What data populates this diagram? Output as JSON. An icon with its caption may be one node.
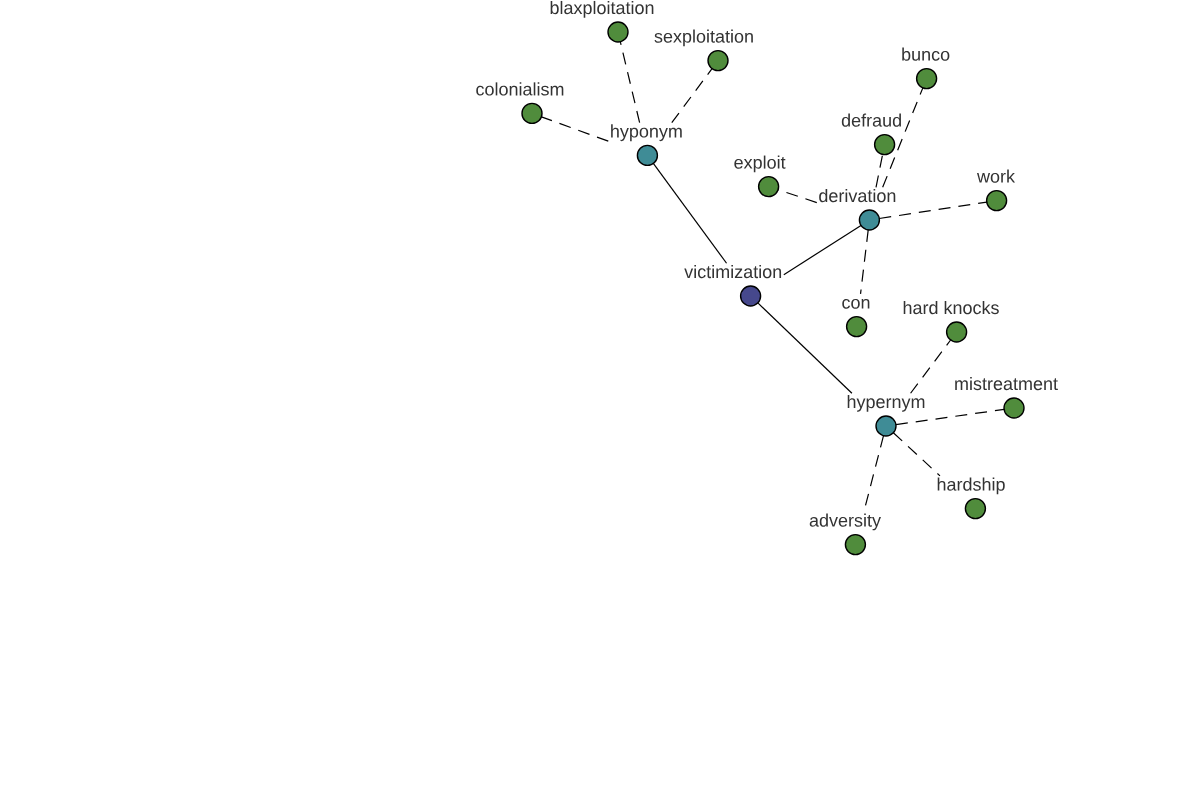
{
  "diagram": {
    "nodes": [
      {
        "text": [
          "blaxploitation"
        ]
      },
      {
        "text": [
          "sexploitation"
        ]
      },
      {
        "text": [
          "bunco"
        ]
      },
      {
        "text": [
          "colonialism"
        ]
      },
      {
        "text": [
          "defraud"
        ]
      },
      {
        "text": [
          "hyponym"
        ]
      },
      {
        "text": [
          "exploit"
        ]
      },
      {
        "text": [
          "work"
        ]
      },
      {
        "text": [
          "derivation"
        ]
      },
      {
        "text": [
          "victimization"
        ]
      },
      {
        "text": [
          "con"
        ]
      },
      {
        "text": [
          "hard knocks"
        ]
      },
      {
        "text": [
          "mistreatment"
        ]
      },
      {
        "text": [
          "hypernym"
        ]
      },
      {
        "text": [
          "hardship"
        ]
      },
      {
        "text": [
          "adversity"
        ]
      }
    ],
    "edges": [
      {
        "from": 9,
        "to": 5,
        "arrow": "none"
      },
      {
        "from": 9,
        "to": 8,
        "arrow": "none"
      },
      {
        "from": 9,
        "to": 13,
        "arrow": "none"
      },
      {
        "from": 5,
        "to": 0,
        "arrow": "none",
        "style": "dashed"
      },
      {
        "from": 5,
        "to": 1,
        "arrow": "none",
        "style": "dashed"
      },
      {
        "from": 5,
        "to": 3,
        "arrow": "none",
        "style": "dashed"
      },
      {
        "from": 8,
        "to": 2,
        "arrow": "none",
        "style": "dashed"
      },
      {
        "from": 8,
        "to": 4,
        "arrow": "none",
        "style": "dashed"
      },
      {
        "from": 8,
        "to": 6,
        "arrow": "none",
        "style": "dashed"
      },
      {
        "from": 8,
        "to": 7,
        "arrow": "none",
        "style": "dashed"
      },
      {
        "from": 8,
        "to": 10,
        "arrow": "none",
        "style": "dashed"
      },
      {
        "from": 13,
        "to": 11,
        "arrow": "none",
        "style": "dashed"
      },
      {
        "from": 13,
        "to": 12,
        "arrow": "none",
        "style": "dashed"
      },
      {
        "from": 13,
        "to": 14,
        "arrow": "none",
        "style": "dashed"
      },
      {
        "from": 13,
        "to": 15,
        "arrow": "none",
        "style": "dashed"
      }
    ]
  }
}
